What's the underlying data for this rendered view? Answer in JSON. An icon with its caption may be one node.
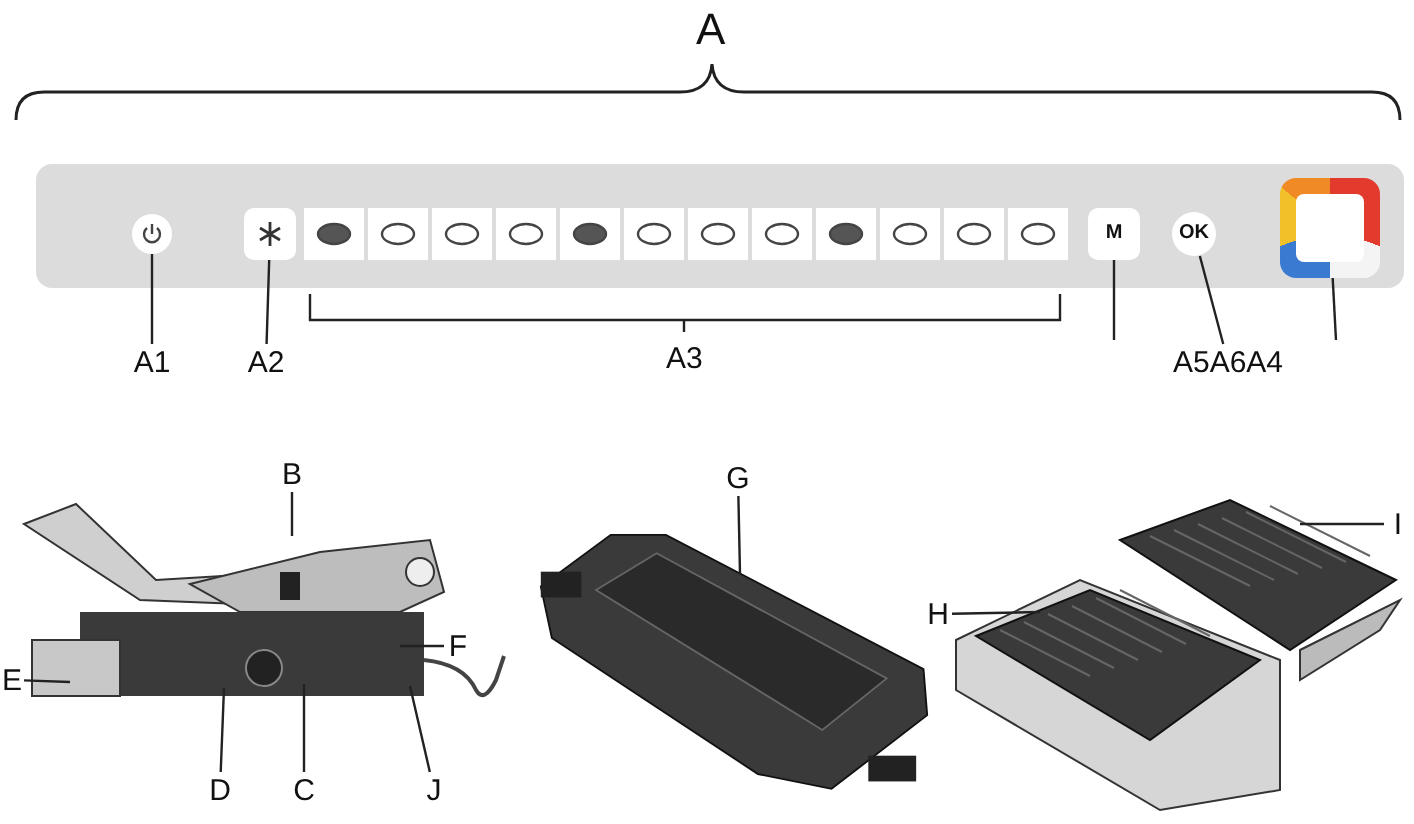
{
  "diagram": {
    "nodes": [
      {
        "text": [
          "A1"
        ]
      },
      {
        "text": [
          "A2"
        ]
      },
      {
        "text": [
          "A5A6A4"
        ]
      },
      {
        "text": [],
        "shape": "circle"
      },
      {
        "text": [],
        "shape": "box"
      },
      {
        "text": [
          "M"
        ]
      },
      {
        "text": [
          "OK"
        ]
      },
      {
        "text": [],
        "shape": "box"
      },
      {
        "text": [
          "B"
        ]
      },
      {
        "text": [
          "C"
        ]
      },
      {
        "text": [
          "D"
        ]
      },
      {
        "text": [
          "E"
        ]
      },
      {
        "text": [
          "F"
        ]
      },
      {
        "text": [
          "G"
        ]
      },
      {
        "text": [
          "H"
        ]
      },
      {
        "text": [
          "I"
        ]
      },
      {
        "text": [
          "J"
        ]
      },
      {
        "text": [],
        "shape": "picture"
      }
    ],
    "edges": [
      {
        "from": 0,
        "to": 3,
        "arrow": "none"
      },
      {
        "from": 1,
        "to": 4,
        "arrow": "none"
      },
      {
        "from": null,
        "to": 5,
        "arrow": "none"
      },
      {
        "from": 2,
        "to": 6,
        "arrow": "none"
      },
      {
        "from": null,
        "to": 7,
        "arrow": "none"
      },
      {
        "from": 8,
        "to": null,
        "arrow": "none"
      },
      {
        "from": 9,
        "to": null,
        "arrow": "none"
      },
      {
        "from": 10,
        "to": null,
        "arrow": "none"
      },
      {
        "from": 11,
        "to": null,
        "arrow": "none"
      },
      {
        "from": 12,
        "to": null,
        "arrow": "none"
      },
      {
        "from": 13,
        "to": 17,
        "arrow": "none"
      },
      {
        "from": 14,
        "to": null,
        "arrow": "none"
      },
      {
        "from": 15,
        "to": null,
        "arrow": "none"
      },
      {
        "from": 16,
        "to": null,
        "arrow": "none"
      }
    ],
    "labels": [
      "A",
      "A3"
    ]
  }
}
